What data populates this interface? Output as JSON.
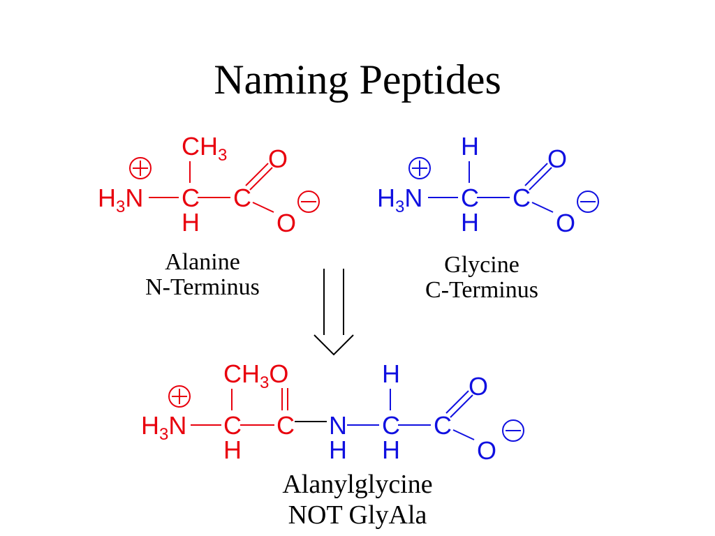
{
  "title": "Naming Peptides",
  "colors": {
    "nterm": "#e8000d",
    "cterm": "#1010e0",
    "text": "#000000"
  },
  "alanine": {
    "caption_name": "Alanine",
    "caption_role": "N-Terminus",
    "methyl": "CH",
    "methyl_sub": "3",
    "amine_h": "H",
    "amine_sub": "3",
    "amine_n": "N",
    "alpha_c": "C",
    "alpha_h": "H",
    "carboxyl_c": "C",
    "carbonyl_o": "O",
    "carboxylate_o": "O"
  },
  "glycine": {
    "caption_name": "Glycine",
    "caption_role": "C-Terminus",
    "top_h": "H",
    "amine_h": "H",
    "amine_sub": "3",
    "amine_n": "N",
    "alpha_c": "C",
    "alpha_h": "H",
    "carboxyl_c": "C",
    "carbonyl_o": "O",
    "carboxylate_o": "O"
  },
  "dipeptide": {
    "caption_name": "Alanylglycine",
    "caption_note": "NOT GlyAla",
    "methyl": "CH",
    "methyl_sub": "3",
    "carbonyl_o": "O",
    "amine_h": "H",
    "amine_sub": "3",
    "amine_n": "N",
    "ala_alpha_c": "C",
    "ala_alpha_h": "H",
    "peptide_c": "C",
    "peptide_n": "N",
    "peptide_h": "H",
    "gly_top_h": "H",
    "gly_alpha_c": "C",
    "gly_alpha_h": "H",
    "carboxyl_c": "C",
    "carboxyl_o": "O",
    "carboxylate_o": "O"
  }
}
